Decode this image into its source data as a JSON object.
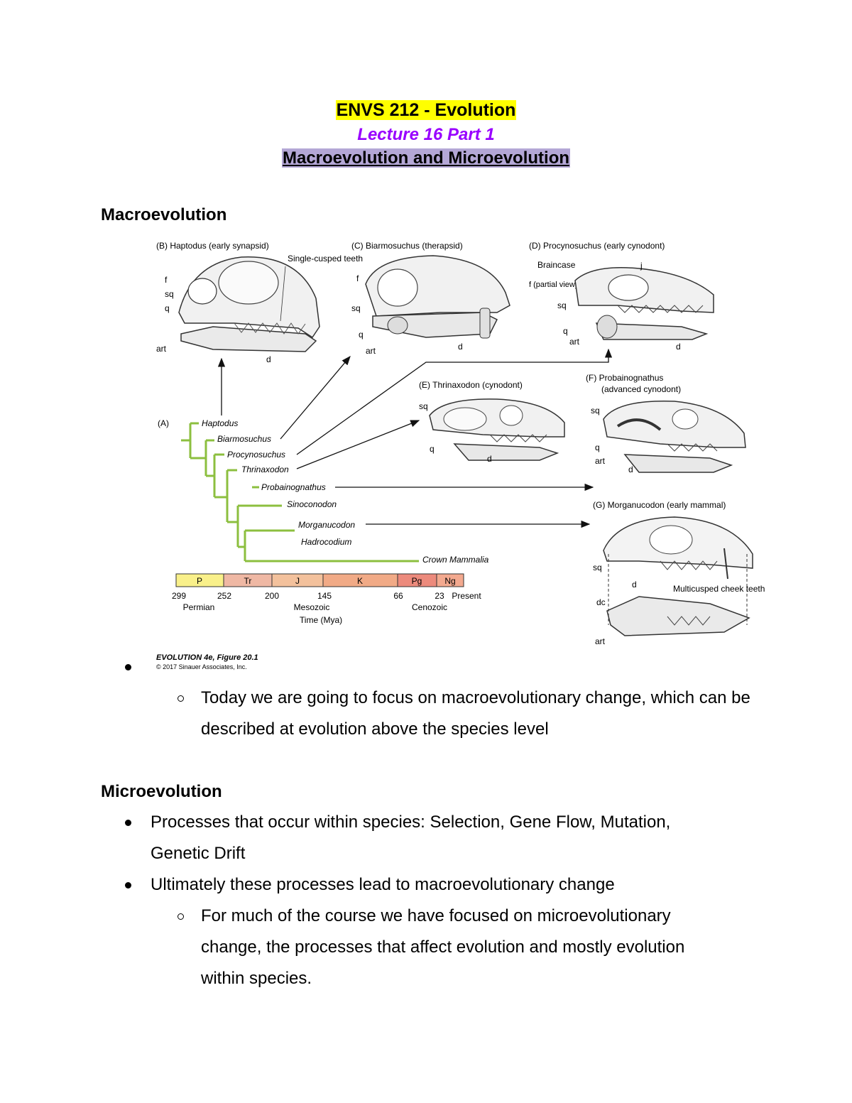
{
  "header": {
    "course": "ENVS 212 - Evolution",
    "lecture": "Lecture 16 Part 1",
    "topic": "Macroevolution and Microevolution"
  },
  "sections": {
    "macro_heading": "Macroevolution",
    "macro_bullet": "Today we are going to focus on macroevolutionary change, which can be described at evolution above the species level",
    "micro_heading": "Microevolution",
    "micro_bullets": [
      "Processes that occur within species: Selection, Gene Flow, Mutation, Genetic Drift",
      "Ultimately these processes lead to macroevolutionary change"
    ],
    "micro_sub_bullet": "For much of the course we have focused on microevolutionary change, the processes that affect evolution and mostly evolution within species."
  },
  "figure": {
    "panels": {
      "B_title": "(B) Haptodus (early synapsid)",
      "B_note": "Single-cusped teeth",
      "C_title": "(C) Biarmosuchus (therapsid)",
      "D_title": "(D) Procynosuchus (early cynodont)",
      "D_braincase": "Braincase",
      "D_f": "f (partial view)",
      "E_title": "(E) Thrinaxodon (cynodont)",
      "F_title": "(F) Probainognathus",
      "F_sub": "(advanced cynodont)",
      "G_title": "(G) Morganucodon (early mammal)",
      "G_note": "Multicusped cheek teeth"
    },
    "bone_labels": [
      "f",
      "sq",
      "q",
      "art",
      "d",
      "j",
      "dc"
    ],
    "tree_label": "(A)",
    "taxa": [
      "Haptodus",
      "Biarmosuchus",
      "Procynosuchus",
      "Thrinaxodon",
      "Probainognathus",
      "Sinoconodon",
      "Morganucodon",
      "Hadrocodium",
      "Crown Mammalia"
    ],
    "timescale": {
      "periods": [
        "P",
        "Tr",
        "J",
        "K",
        "Pg",
        "Ng"
      ],
      "ticks": [
        "299",
        "252",
        "200",
        "145",
        "66",
        "23",
        "Present"
      ],
      "eras": [
        "Permian",
        "Mesozoic",
        "Cenozoic"
      ],
      "axis_label": "Time (Mya)"
    },
    "credit_line1": "EVOLUTION 4e, Figure 20.1",
    "credit_line2": "© 2017 Sinauer Associates, Inc."
  }
}
